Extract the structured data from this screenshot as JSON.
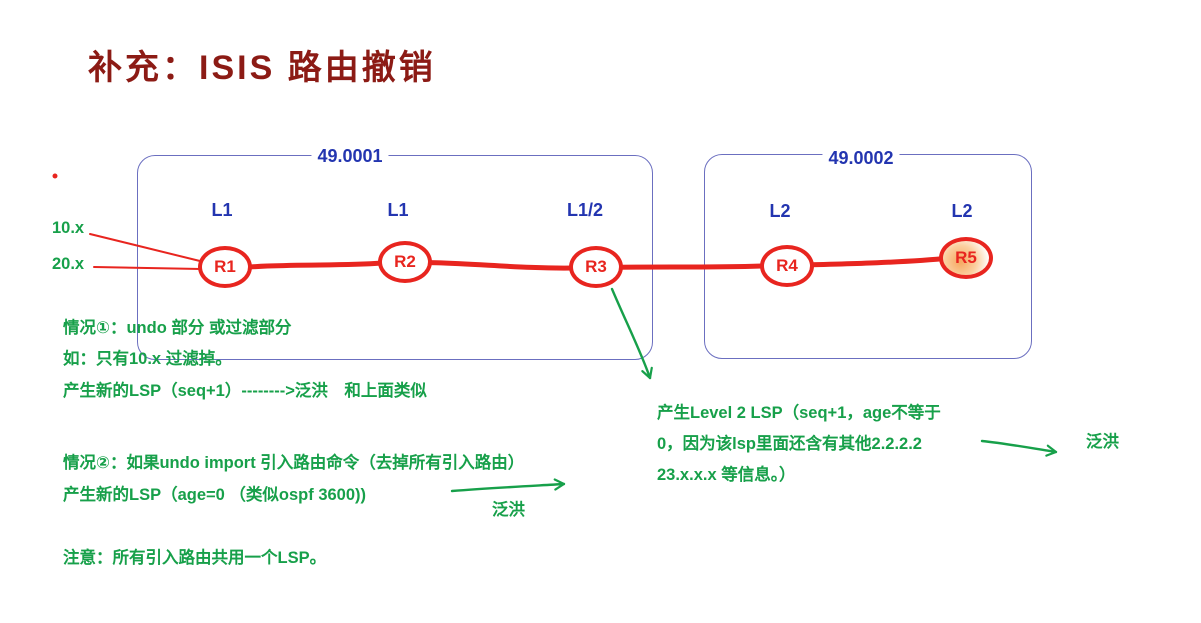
{
  "title": "补充：ISIS 路由撤销",
  "areas": [
    {
      "label": "49.0001"
    },
    {
      "label": "49.0002"
    }
  ],
  "routers": [
    {
      "name": "R1",
      "level": "L1"
    },
    {
      "name": "R2",
      "level": "L1"
    },
    {
      "name": "R3",
      "level": "L1/2"
    },
    {
      "name": "R4",
      "level": "L2"
    },
    {
      "name": "R5",
      "level": "L2"
    }
  ],
  "external_routes": [
    "10.x",
    "20.x"
  ],
  "case1": {
    "line1": "情况①：undo 部分 或过滤部分",
    "line2": "如：只有10.x 过滤掉。",
    "line3": "产生新的LSP（seq+1）-------->泛洪　和上面类似"
  },
  "case2": {
    "line1": "情况②：如果undo import 引入路由命令（去掉所有引入路由）",
    "line2": "产生新的LSP（age=0 （类似ospf 3600))",
    "flood_label": "泛洪"
  },
  "r3_note": {
    "line1": "产生Level 2 LSP（seq+1，age不等于",
    "line2": "0，因为该lsp里面还含有其他2.2.2.2",
    "line3": "23.x.x.x 等信息。）",
    "flood_label": "泛洪"
  },
  "footnote": "注意：所有引入路由共用一个LSP。",
  "colors": {
    "title": "#8c1b15",
    "green": "#17a04a",
    "blue": "#2335b0",
    "red": "#e8251f",
    "area_border": "#6b6fc0"
  }
}
